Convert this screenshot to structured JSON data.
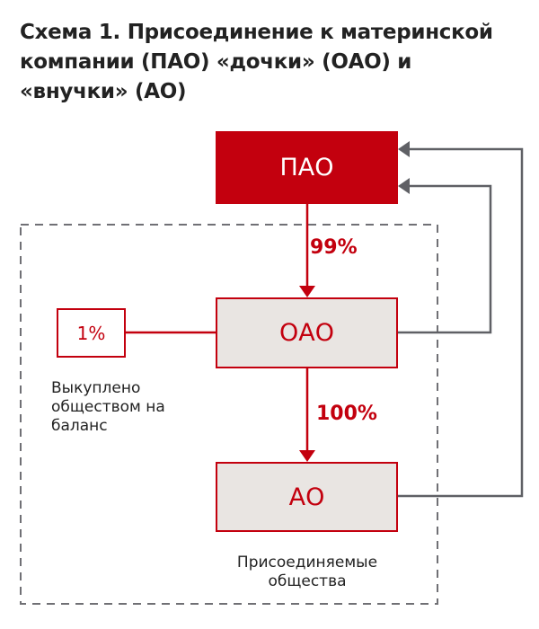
{
  "title": "Схема 1. Присоединение к материнской компании (ПАО) «дочки» (ОАО) и «внучки» (АО)",
  "nodes": {
    "pao": "ПАО",
    "oao": "ОАО",
    "ao": "АО",
    "buyback": "1%"
  },
  "edges": {
    "pao_oao": "99%",
    "oao_ao": "100%"
  },
  "notes": {
    "buyback": "Выкуплено обществом на баланс",
    "merged": "Присоединяемые общества"
  },
  "colors": {
    "red": "#c3000e",
    "box_fill": "#e9e5e2",
    "gray_line": "#5f6065"
  }
}
